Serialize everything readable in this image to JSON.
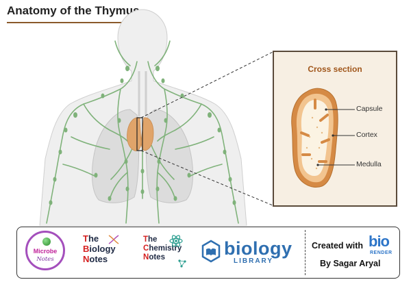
{
  "title": "Anatomy of the Thymus",
  "cross_section": {
    "heading": "Cross section",
    "labels": [
      "Capsule",
      "Cortex",
      "Medulla"
    ]
  },
  "footer": {
    "microbe_notes": {
      "line1": "Microbe",
      "line2": "Notes"
    },
    "biology_notes": [
      {
        "first": "T",
        "rest": "he"
      },
      {
        "first": "B",
        "rest": "iology"
      },
      {
        "first": "N",
        "rest": "otes"
      }
    ],
    "chemistry_notes": [
      {
        "first": "T",
        "rest": "he"
      },
      {
        "first": "C",
        "rest": "hemistry"
      },
      {
        "first": "N",
        "rest": "otes"
      }
    ],
    "biology_library": {
      "word1": "biology",
      "word2": "LIBRARY"
    },
    "created_with": "Created with",
    "biorender": {
      "big": "bio",
      "small": "RENDER"
    },
    "by_line": "By Sagar Aryal"
  },
  "colors": {
    "accent": "#8a5a2b",
    "thymus": "#e0a46a",
    "lymph": "#7fb27a",
    "heading": "#a0561b"
  }
}
